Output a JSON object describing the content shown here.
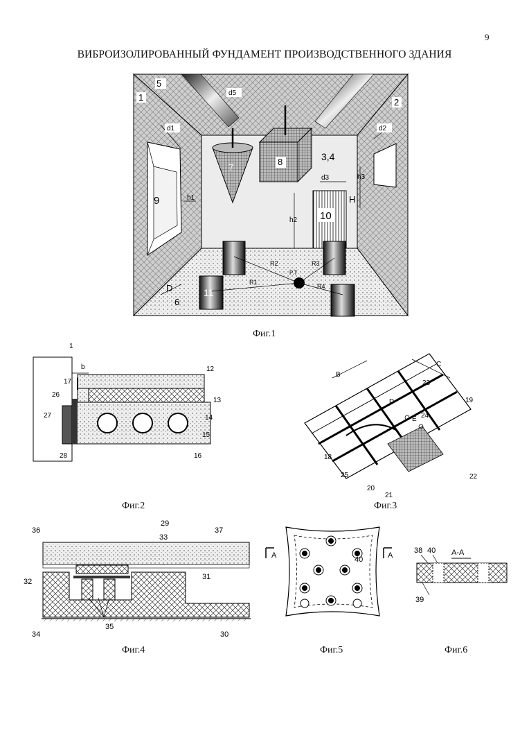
{
  "page": {
    "number": "9",
    "title": "ВИБРОИЗОЛИРОВАННЫЙ ФУНДАМЕНТ ПРОИЗВОДСТВЕННОГО  ЗДАНИЯ"
  },
  "fig1": {
    "caption": "Фиг.1",
    "labels": {
      "n1": "1",
      "n2": "2",
      "n5": "5",
      "n34": "3,4",
      "n7": "7",
      "n8": "8",
      "n9": "9",
      "n10": "10",
      "n11": "11",
      "n6": "6",
      "D": "D",
      "H": "H",
      "d1": "d1",
      "d2": "d2",
      "d3": "d3",
      "d5": "d5",
      "h1": "h1",
      "h2": "h2",
      "h3": "h3",
      "R1": "R1",
      "R2": "R2",
      "R3": "R3",
      "R4": "R4",
      "PT": "P.T"
    }
  },
  "fig2": {
    "caption": "Фиг.2",
    "labels": {
      "n1": "1",
      "b": "b",
      "n17": "17",
      "n12": "12",
      "n13": "13",
      "n14": "14",
      "n15": "15",
      "n16": "16",
      "n26": "26",
      "n27": "27",
      "n28": "28"
    }
  },
  "fig3": {
    "caption": "Фиг.3",
    "labels": {
      "B": "B",
      "C": "C",
      "D": "D",
      "E": "E",
      "n23": "23",
      "n19": "19",
      "n24": "24",
      "n18": "18",
      "n25": "25",
      "n20": "20",
      "n21": "21",
      "n22": "22"
    }
  },
  "fig4": {
    "caption": "Фиг.4",
    "labels": {
      "n36": "36",
      "n29": "29",
      "n33": "33",
      "n37": "37",
      "n32": "32",
      "n31": "31",
      "n34": "34",
      "n35": "35",
      "n30": "30"
    }
  },
  "fig5": {
    "caption": "Фиг.5",
    "labels": {
      "A_left": "A",
      "A_right": "A",
      "n40": "40"
    }
  },
  "fig6": {
    "caption": "Фиг.6",
    "labels": {
      "n38": "38",
      "n40": "40",
      "AA": "A-A",
      "n39": "39"
    }
  }
}
